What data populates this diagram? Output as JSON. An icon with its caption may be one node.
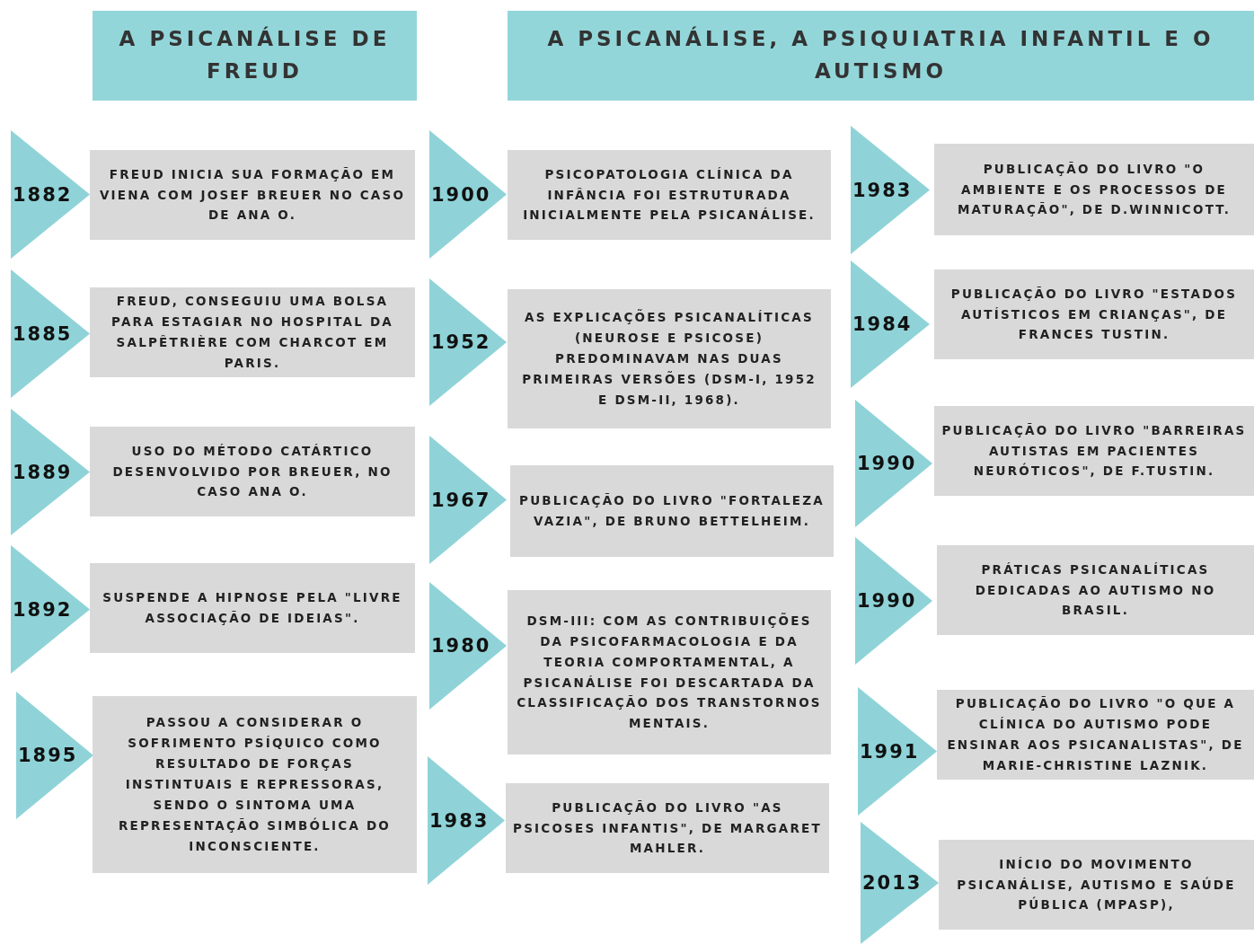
{
  "diagram": {
    "nodes": [
      {
        "text": [
          "A PSICANÁLISE DE FREUD"
        ]
      },
      {
        "text": [
          "1882"
        ]
      },
      {
        "text": [
          "FREUD INICIA SUA FORMAÇÃO EM VIENA COM JOSEF BREUER NO CASO DE ANA O."
        ]
      },
      {
        "text": [
          "1885"
        ]
      },
      {
        "text": [
          "FREUD, CONSEGUIU UMA BOLSA PARA ESTAGIAR NO HOSPITAL DA SALPÊTRIÈRE COM CHARCOT EM PARIS."
        ]
      },
      {
        "text": [
          "1889"
        ]
      },
      {
        "text": [
          "USO DO MÉTODO CATÁRTICO DESENVOLVIDO POR BREUER, NO CASO ANA O."
        ]
      },
      {
        "text": [
          "1892"
        ]
      },
      {
        "text": [
          "SUSPENDE A HIPNOSE PELA \"LIVRE ASSOCIAÇÃO DE IDEIAS\"."
        ]
      },
      {
        "text": [
          "1895"
        ]
      },
      {
        "text": [
          "PASSOU A CONSIDERAR O SOFRIMENTO PSÍQUICO COMO RESULTADO DE FORÇAS INSTINTUAIS E REPRESSORAS, SENDO O SINTOMA UMA REPRESENTAÇÃO SIMBÓLICA DO INCONSCIENTE."
        ]
      },
      {
        "text": [
          "A PSICANÁLISE, A PSIQUIATRIA INFANTIL E O AUTISMO"
        ]
      },
      {
        "text": [
          "1900"
        ]
      },
      {
        "text": [
          "PSICOPATOLOGIA CLÍNICA DA INFÂNCIA FOI ESTRUTURADA INICIALMENTE PELA PSICANÁLISE."
        ]
      },
      {
        "text": [
          "1952"
        ]
      },
      {
        "text": [
          "AS EXPLICAÇÕES PSICANALÍTICAS (NEUROSE E PSICOSE) PREDOMINAVAM NAS DUAS PRIMEIRAS VERSÕES (DSM-I, 1952 E DSM-II, 1968)."
        ]
      },
      {
        "text": [
          "1967"
        ]
      },
      {
        "text": [
          "PUBLICAÇÃO DO LIVRO \"FORTALEZA VAZIA\", DE BRUNO BETTELHEIM."
        ]
      },
      {
        "text": [
          "1980"
        ]
      },
      {
        "text": [
          "DSM-III: COM AS CONTRIBUIÇÕES DA PSICOFARMACOLOGIA E DA TEORIA COMPORTAMENTAL, A PSICANÁLISE FOI DESCARTADA DA CLASSIFICAÇÃO DOS TRANSTORNOS MENTAIS."
        ]
      },
      {
        "text": [
          "1983"
        ]
      },
      {
        "text": [
          "PUBLICAÇÃO DO LIVRO \"AS PSICOSES INFANTIS\", DE MARGARET MAHLER."
        ]
      },
      {
        "text": [
          "1983"
        ]
      },
      {
        "text": [
          "PUBLICAÇÃO DO LIVRO \"O AMBIENTE E OS PROCESSOS DE MATURAÇÃO\", DE D.WINNICOTT."
        ]
      },
      {
        "text": [
          "1984"
        ]
      },
      {
        "text": [
          "PUBLICAÇÃO DO LIVRO \"ESTADOS AUTÍSTICOS EM CRIANÇAS\", DE FRANCES TUSTIN."
        ]
      },
      {
        "text": [
          "1990"
        ]
      },
      {
        "text": [
          "PUBLICAÇÃO DO LIVRO \"BARREIRAS AUTISTAS EM PACIENTES NEURÓTICOS\", DE F.TUSTIN."
        ]
      },
      {
        "text": [
          "1990"
        ]
      },
      {
        "text": [
          "PRÁTICAS PSICANALÍTICAS DEDICADAS AO AUTISMO NO BRASIL."
        ]
      },
      {
        "text": [
          "1991"
        ]
      },
      {
        "text": [
          "PUBLICAÇÃO DO LIVRO \"O QUE A CLÍNICA DO AUTISMO PODE ENSINAR AOS PSICANALISTAS\", DE MARIE-CHRISTINE LAZNIK."
        ]
      },
      {
        "text": [
          "2013"
        ]
      },
      {
        "text": [
          "INÍCIO DO MOVIMENTO PSICANÁLISE, AUTISMO E SAÚDE PÚBLICA (MPASP),"
        ]
      }
    ]
  }
}
